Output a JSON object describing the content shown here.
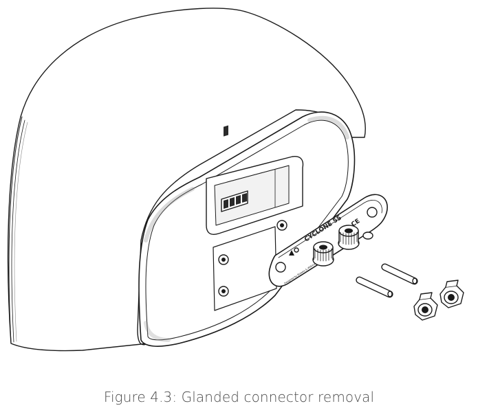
{
  "figure": {
    "caption": "Figure 4.3: Glanded connector removal",
    "plate_model": "CYCLONE 5S",
    "plate_marks": "CE",
    "plate_small_text": "Designed by Bowers & Wilkins",
    "colors": {
      "line": "#1a1a1a",
      "fill": "#ffffff",
      "shade": "#d9d9d9",
      "caption": "#4a4a4a"
    }
  }
}
